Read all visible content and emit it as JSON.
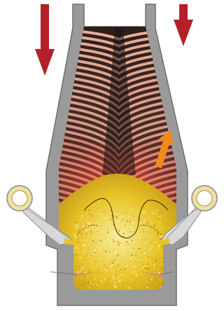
{
  "diagram": {
    "kind": "blast-furnace-cross-section",
    "colors": {
      "shell": "#9a9a9a",
      "shell_edge": "#6e6e6e",
      "layer_light": "#f2b7a0",
      "layer_dark": "#1c1414",
      "core_red": "#e3302b",
      "melt_yellow": "#e8c428",
      "melt_light": "#f6e98a",
      "down_arrow": "#b3202a",
      "up_arrow": "#ee8a1e",
      "tuyere_ring": "#d9c07a"
    },
    "arrows": [
      {
        "name": "charge-down-arrow-left",
        "direction": "down"
      },
      {
        "name": "charge-down-arrow-right",
        "direction": "down"
      },
      {
        "name": "gas-up-arrow",
        "direction": "up"
      }
    ],
    "tuyeres": [
      {
        "name": "tuyere-left",
        "side": "left"
      },
      {
        "name": "tuyere-right",
        "side": "right"
      }
    ]
  }
}
